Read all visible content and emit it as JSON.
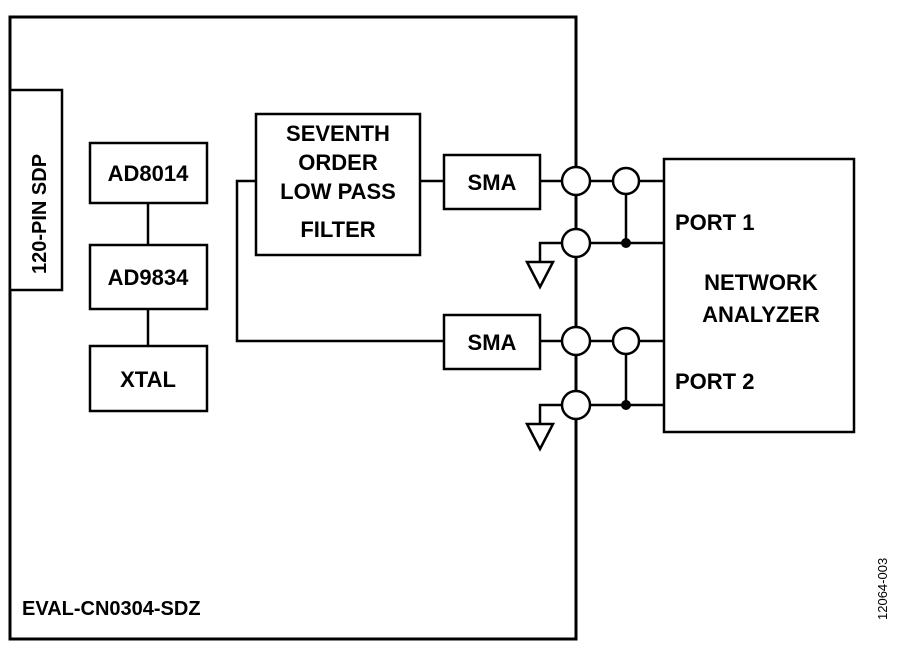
{
  "board": {
    "label": "EVAL-CN0304-SDZ"
  },
  "sdp": {
    "label": "120-PIN SDP"
  },
  "blocks": {
    "ad8014": "AD8014",
    "ad9834": "AD9834",
    "xtal": "XTAL",
    "filter": [
      "SEVENTH",
      "ORDER",
      "LOW PASS",
      "FILTER"
    ],
    "sma_top": "SMA",
    "sma_bottom": "SMA"
  },
  "analyzer": {
    "title": [
      "NETWORK",
      "ANALYZER"
    ],
    "port1": "PORT 1",
    "port2": "PORT 2"
  },
  "figure_id": "12064-003"
}
